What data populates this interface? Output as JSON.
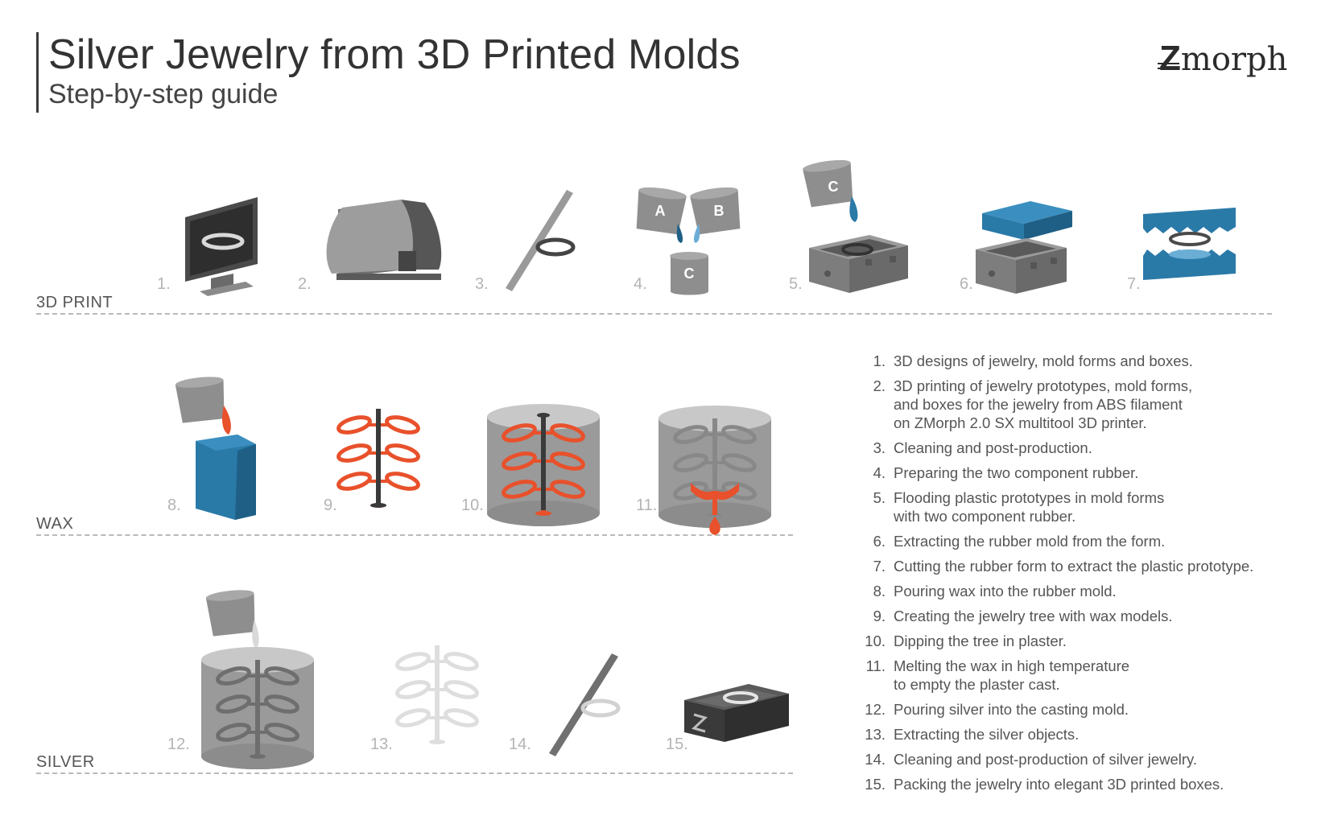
{
  "header": {
    "title": "Silver Jewelry from 3D Printed Molds",
    "subtitle": "Step-by-step guide"
  },
  "logo": {
    "z": "Z",
    "rest": "morph"
  },
  "sections": {
    "print": "3D PRINT",
    "wax": "WAX",
    "silver": "SILVER"
  },
  "illustration_numbers": [
    "1.",
    "2.",
    "3.",
    "4.",
    "5.",
    "6.",
    "7.",
    "8.",
    "9.",
    "10.",
    "11.",
    "12.",
    "13.",
    "14.",
    "15."
  ],
  "container_labels": {
    "a": "A",
    "b": "B",
    "c": "C"
  },
  "steps": [
    {
      "n": "1.",
      "text": "3D designs of jewelry, mold forms and boxes."
    },
    {
      "n": "2.",
      "text": "3D printing of jewelry prototypes, mold forms,\nand boxes for the jewelry from ABS filament\non ZMorph 2.0 SX multitool 3D printer."
    },
    {
      "n": "3.",
      "text": "Cleaning and post-production."
    },
    {
      "n": "4.",
      "text": "Preparing the two component rubber."
    },
    {
      "n": "5.",
      "text": "Flooding plastic prototypes in mold forms\nwith two component rubber."
    },
    {
      "n": "6.",
      "text": "Extracting the rubber mold from the form."
    },
    {
      "n": "7.",
      "text": "Cutting the rubber form to extract the plastic prototype."
    },
    {
      "n": "8.",
      "text": "Pouring wax into the rubber mold."
    },
    {
      "n": "9.",
      "text": "Creating the jewelry tree with wax models."
    },
    {
      "n": "10.",
      "text": "Dipping the tree in plaster."
    },
    {
      "n": "11.",
      "text": "Melting the wax in high temperature\nto empty the plaster cast."
    },
    {
      "n": "12.",
      "text": "Pouring silver into the casting mold."
    },
    {
      "n": "13.",
      "text": "Extracting the silver objects."
    },
    {
      "n": "14.",
      "text": "Cleaning and post-production of silver jewelry."
    },
    {
      "n": "15.",
      "text": "Packing the jewelry into elegant 3D printed boxes."
    }
  ],
  "colors": {
    "text": "#3a3a3a",
    "gray_dark": "#555555",
    "gray_mid": "#8a8a8a",
    "gray_light": "#bdbdbd",
    "blue": "#2a7aa8",
    "blue_dark": "#1f5f86",
    "orange": "#e8512b",
    "dash": "#b9b9b9"
  }
}
